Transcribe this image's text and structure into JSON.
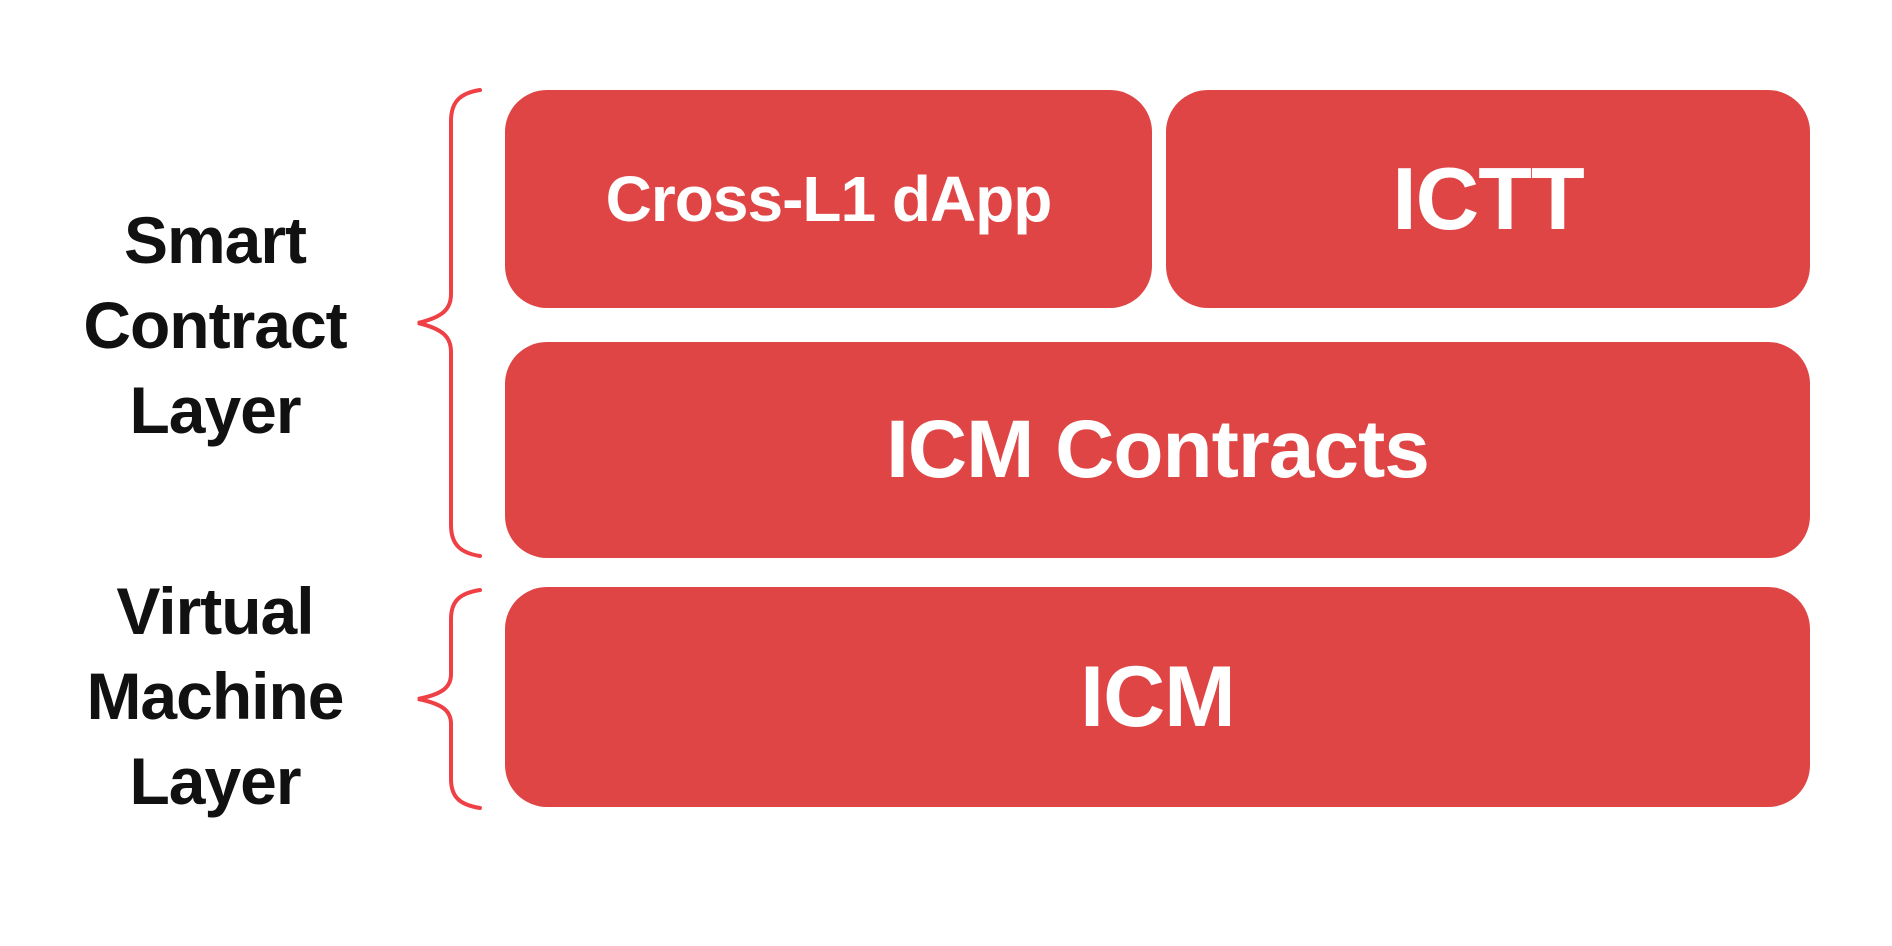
{
  "diagram": {
    "left_labels": [
      {
        "id": "smart-contract-layer",
        "text": "Smart\nContract\nLayer"
      },
      {
        "id": "virtual-machine-layer",
        "text": "Virtual\nMachine\nLayer"
      }
    ],
    "boxes": [
      {
        "id": "cross-l1-dapp",
        "label": "Cross-L1 dApp"
      },
      {
        "id": "ictt",
        "label": "ICTT"
      },
      {
        "id": "icm-contracts",
        "label": "ICM Contracts"
      },
      {
        "id": "icm",
        "label": "ICM"
      }
    ]
  },
  "colors": {
    "box_fill": "#E04546",
    "box_text": "#FFFFFF",
    "brace_stroke": "#EE4045",
    "label_text": "#111111",
    "background": "#FFFFFF"
  }
}
